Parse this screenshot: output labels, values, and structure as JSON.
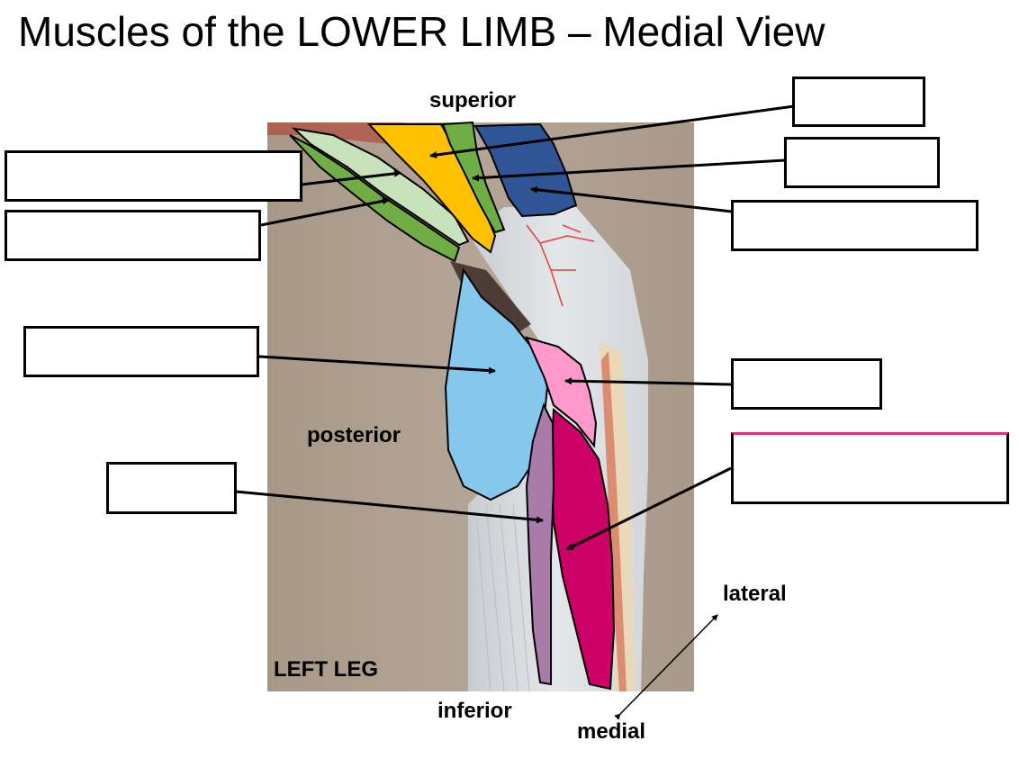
{
  "title": "Muscles of the LOWER LIMB – Medial View",
  "orientation": {
    "superior": "superior",
    "inferior": "inferior",
    "posterior": "posterior",
    "lateral": "lateral",
    "medial": "medial"
  },
  "specimen_label": "LEFT LEG",
  "label_boxes": [
    {
      "id": "box-top-right",
      "value": "",
      "accent": "#f2c45c"
    },
    {
      "id": "box-right-2",
      "value": "",
      "accent": "#b7d6a3"
    },
    {
      "id": "box-right-3",
      "value": "",
      "accent": "#1f2a4f"
    },
    {
      "id": "box-left-1",
      "value": "",
      "accent": "#000000"
    },
    {
      "id": "box-left-2",
      "value": "",
      "accent": "#6aa34a"
    },
    {
      "id": "box-left-3",
      "value": "",
      "accent": "#9fd0f0"
    },
    {
      "id": "box-right-4",
      "value": "",
      "accent": "#000000"
    },
    {
      "id": "box-right-5",
      "value": "",
      "accent": "#d4006a"
    },
    {
      "id": "box-left-4",
      "value": "",
      "accent": "#000000"
    }
  ],
  "muscle_colors": {
    "sartorius": "#c8e3bc",
    "gracilis": "#6fae45",
    "semitendinosus": "#6fae45",
    "semimembranosus": "#ffc000",
    "vastus_medialis": "#2f5597",
    "gastrocnemius_medial": "#86c7ee",
    "soleus_band": "#ff99cc",
    "tibialis_posterior": "#cc0066",
    "flexor_digitorum": "#a97ba9"
  }
}
